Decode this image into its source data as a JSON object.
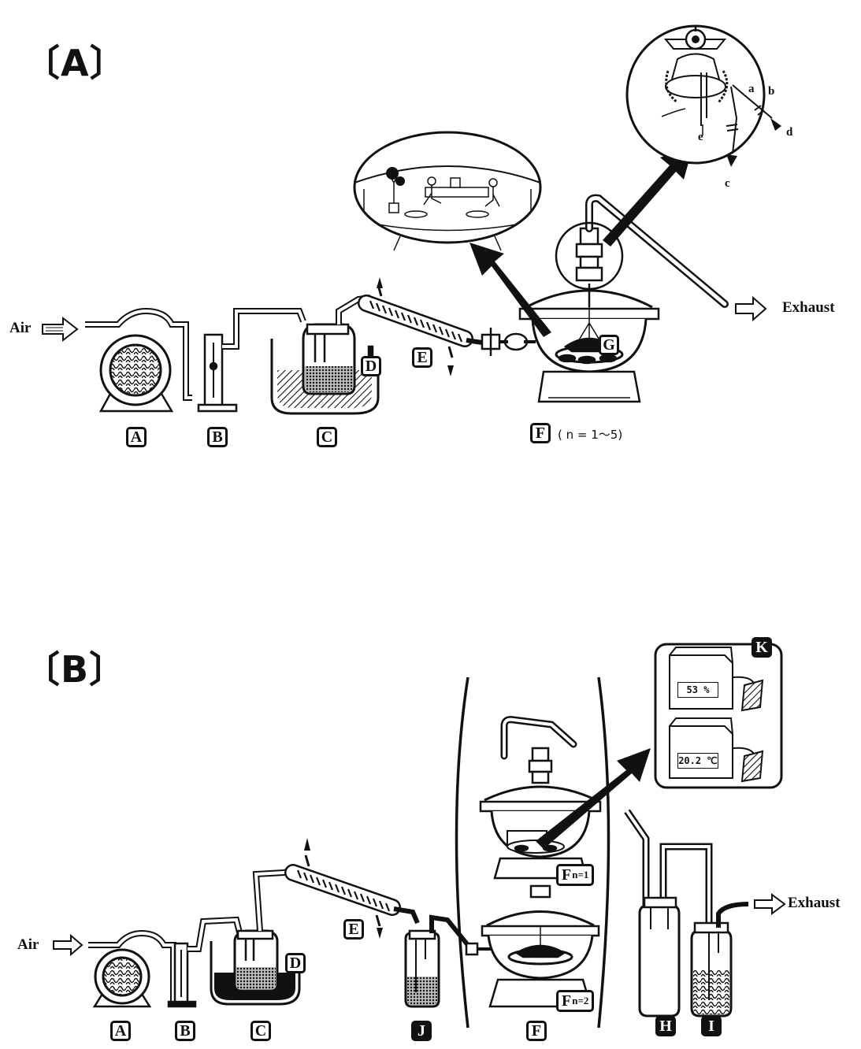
{
  "panel_a": {
    "title": "〔A〕",
    "air_label": "Air",
    "exhaust_label": "Exhaust",
    "labels": {
      "A": "A",
      "B": "B",
      "C": "C",
      "D": "D",
      "E": "E",
      "F": "F",
      "G": "G"
    },
    "n_range": "( n = 1～5)",
    "detail_letters": {
      "a": "a",
      "b": "b",
      "c": "c",
      "d": "d",
      "e": "e"
    }
  },
  "panel_b": {
    "title": "〔B〕",
    "air_label": "Air",
    "exhaust_label": "Exhaust",
    "labels": {
      "A": "A",
      "B": "B",
      "C": "C",
      "D": "D",
      "E": "E",
      "F": "F",
      "H": "H",
      "I": "I",
      "J": "J",
      "K": "K"
    },
    "f_n1": {
      "main": "F",
      "sub": "n=1"
    },
    "f_n2": {
      "main": "F",
      "sub": "n=2"
    },
    "humidity_reading": "53 %",
    "temperature_reading": "20.2 ℃"
  },
  "colors": {
    "ink": "#111111",
    "paper": "#ffffff",
    "liquid": "#6a6a6a"
  },
  "icons": [
    "hollow-arrow-icon",
    "pointer-arrow-icon",
    "blower-icon",
    "flowmeter-icon",
    "humidifier-icon",
    "condenser-icon",
    "desiccator-icon",
    "wash-bottle-icon",
    "hygrometer-icon"
  ]
}
